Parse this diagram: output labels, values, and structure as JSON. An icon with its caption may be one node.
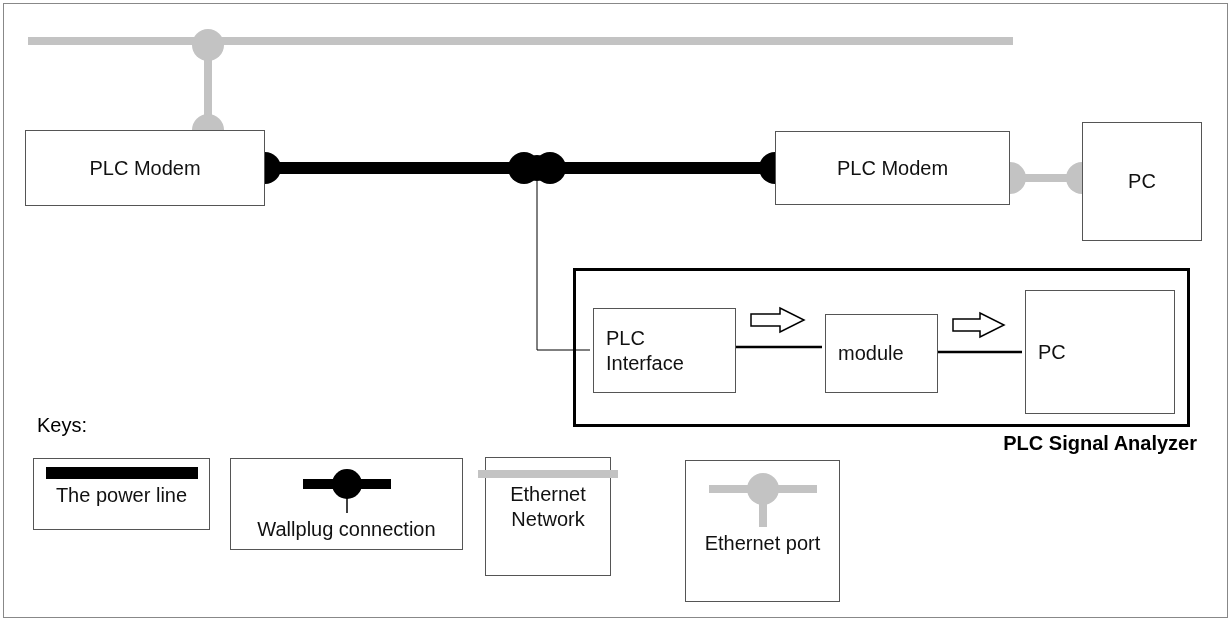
{
  "diagram": {
    "nodes": [
      {
        "text": [
          "PLC Modem"
        ]
      },
      {
        "text": [
          "PLC Modem"
        ]
      },
      {
        "text": [
          "PC"
        ]
      },
      {
        "text": [
          "PLC Signal Analyzer"
        ]
      },
      {
        "text": [
          "PLC Interface"
        ],
        "in": 3
      },
      {
        "text": [
          "module"
        ],
        "in": 3
      },
      {
        "text": [
          "PC"
        ],
        "in": 3
      },
      {
        "text": [],
        "shape": "bar"
      },
      {
        "text": [],
        "shape": "circle"
      }
    ],
    "edges": [
      {
        "from": 7,
        "to": 0,
        "arrow": "other",
        "color": "#c3c3c3"
      },
      {
        "from": 0,
        "to": 8,
        "arrow": "other"
      },
      {
        "from": 8,
        "to": 1,
        "arrow": "other"
      },
      {
        "from": 1,
        "to": 2,
        "arrow": "other",
        "color": "#c3c3c3"
      },
      {
        "from": 8,
        "to": 4,
        "arrow": "none"
      },
      {
        "from": 4,
        "to": 5,
        "arrow": "none"
      },
      {
        "from": 4,
        "to": 5,
        "arrow": "to"
      },
      {
        "from": 5,
        "to": 6,
        "arrow": "none"
      },
      {
        "from": 5,
        "to": 6,
        "arrow": "to"
      }
    ],
    "labels": [
      "Keys:"
    ],
    "legend": [
      {
        "text": "The power line"
      },
      {
        "text": "Wallplug connection"
      },
      {
        "text": "Ethernet Network"
      },
      {
        "text": "Ethernet port"
      }
    ]
  }
}
